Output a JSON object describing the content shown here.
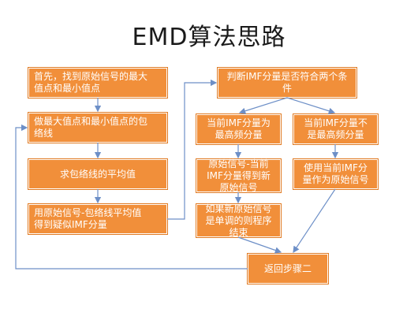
{
  "title": "EMD算法思路",
  "nodes": {
    "n1": "首先，找到原始信号的最大\n值点和最小值点",
    "n2": "做最大值点和最小值点的包\n络线",
    "n3": "求包络线的平均值",
    "n4": "用原始信号-包络线平均值\n得到疑似IMF分量",
    "n5": "判断IMF分量是否符合两个条\n件",
    "n6": "当前IMF分量为\n最高频分量",
    "n7": "当前IMF分量不\n是最高频分量",
    "n8": "原始信号-当前\nIMF分量得到新\n原始信号",
    "n9": "使用当前IMF分\n量作为原始信号",
    "n10": "如果新原始信号\n是单调的则程序\n结束",
    "n11": "返回步骤二"
  },
  "colors": {
    "box_fill": "#f18f3a",
    "box_edge": "#e07a22",
    "line": "#6d8fc7"
  }
}
